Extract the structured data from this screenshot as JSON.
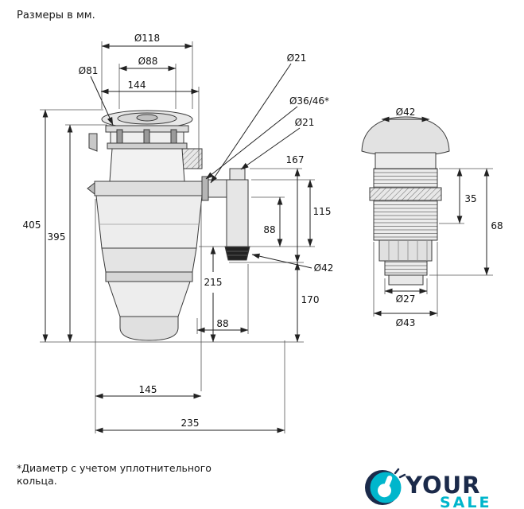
{
  "page": {
    "units_note": "Размеры в мм.",
    "footnote_line1": "*Диаметр с учетом уплотнительного",
    "footnote_line2": "кольца."
  },
  "disposer": {
    "dims": {
      "top_flange_outer": "Ø118",
      "top_flange_inner": "Ø88",
      "splash_guard": "Ø81",
      "flange_width": "144",
      "outlet_bore": "Ø21",
      "outlet_seal": "Ø36/46*",
      "inlet_bore": "Ø21",
      "outlet_height": "167",
      "elbow_height": "115",
      "elbow_drop": "88",
      "total_height": "405",
      "body_height": "395",
      "bottom_clearance": "215",
      "hose_od": "Ø42",
      "hose_height": "170",
      "outlet_offset": "88",
      "body_width": "145",
      "total_width": "235"
    }
  },
  "fitting": {
    "dims": {
      "cap_od": "Ø42",
      "thread_exposed": "35",
      "total_height": "68",
      "stem_od": "Ø27",
      "thread_od": "Ø43"
    }
  },
  "logo": {
    "word_top": "YOUR",
    "word_bottom": "SALE",
    "navy": "#1b2a4a",
    "teal": "#00b6cc"
  }
}
